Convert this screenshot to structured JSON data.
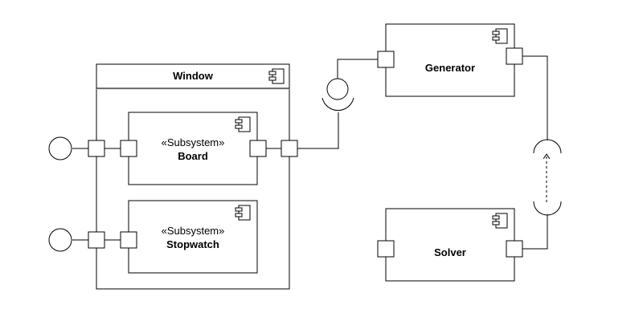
{
  "components": {
    "window": {
      "title": "Window"
    },
    "board": {
      "stereotype": "«Subsystem»",
      "name": "Board"
    },
    "stopwatch": {
      "stereotype": "«Subsystem»",
      "name": "Stopwatch"
    },
    "generator": {
      "name": "Generator"
    },
    "solver": {
      "name": "Solver"
    }
  },
  "icons": {
    "component": "component-icon",
    "provided_interface": "lollipop-icon",
    "required_interface": "socket-icon",
    "port": "port-square"
  },
  "colors": {
    "stroke": "#000000",
    "fill": "#ffffff"
  }
}
